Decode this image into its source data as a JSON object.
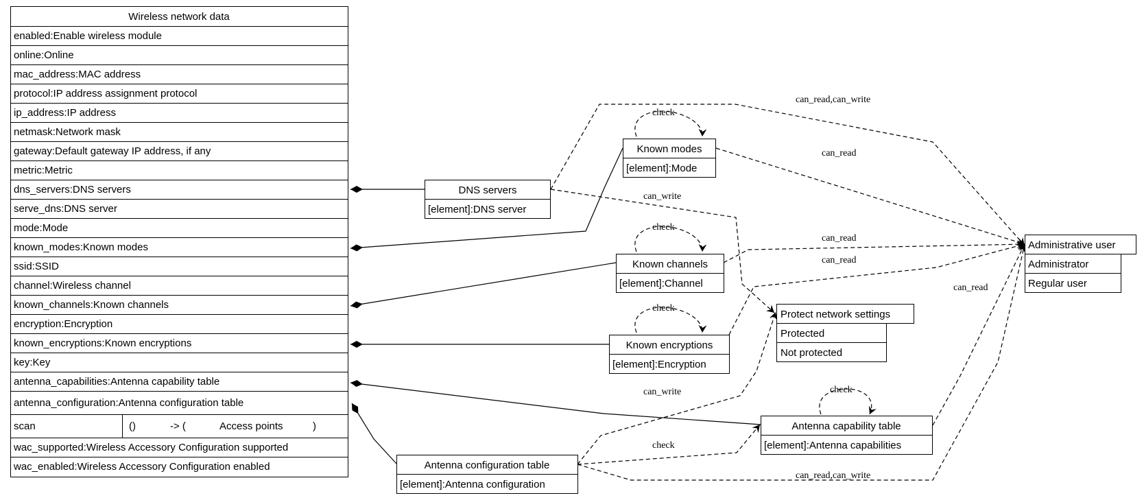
{
  "main_class": {
    "title": "Wireless network data",
    "rows": [
      "enabled:Enable wireless module",
      "online:Online",
      "mac_address:MAC address",
      "protocol:IP address assignment protocol",
      "ip_address:IP address",
      "netmask:Network mask",
      "gateway:Default gateway IP address, if any",
      "metric:Metric",
      "dns_servers:DNS servers",
      "serve_dns:DNS server",
      "mode:Mode",
      "known_modes:Known modes",
      "ssid:SSID",
      "channel:Wireless channel",
      "known_channels:Known channels",
      "encryption:Encryption",
      "known_encryptions:Known encryptions",
      "key:Key",
      "antenna_capabilities:Antenna capability table",
      "antenna_configuration:Antenna configuration table"
    ],
    "scan_row": {
      "name": "scan",
      "args": "()",
      "arrow": "-> (",
      "result": "Access points",
      "close": ")"
    },
    "tail_rows": [
      "wac_supported:Wireless Accessory Configuration supported",
      "wac_enabled:Wireless Accessory Configuration enabled"
    ]
  },
  "dns_servers": {
    "title": "DNS servers",
    "element": "[element]:DNS server"
  },
  "known_modes": {
    "title": "Known modes",
    "element": "[element]:Mode"
  },
  "known_channels": {
    "title": "Known channels",
    "element": "[element]:Channel"
  },
  "known_encryptions": {
    "title": "Known encryptions",
    "element": "[element]:Encryption"
  },
  "antenna_capability_table": {
    "title": "Antenna capability table",
    "element": "[element]:Antenna capabilities"
  },
  "antenna_configuration_table": {
    "title": "Antenna configuration table",
    "element": "[element]:Antenna configuration"
  },
  "protect_settings": {
    "title": "Protect network settings",
    "values": [
      "Protected",
      "Not protected"
    ]
  },
  "admin_user": {
    "title": "Administrative user",
    "values": [
      "Administrator",
      "Regular user"
    ]
  },
  "edge_labels": {
    "dns_can_read_write": "can_read,can_write",
    "dns_can_write": "can_write",
    "modes_check": "check",
    "modes_can_read": "can_read",
    "channels_check": "check",
    "channels_can_read": "can_read",
    "encryptions_check": "check",
    "encryptions_can_read": "can_read",
    "capability_check": "check",
    "capability_can_read": "can_read",
    "config_can_write": "can_write",
    "config_check": "check",
    "config_can_read_write": "can_read,can_write"
  }
}
